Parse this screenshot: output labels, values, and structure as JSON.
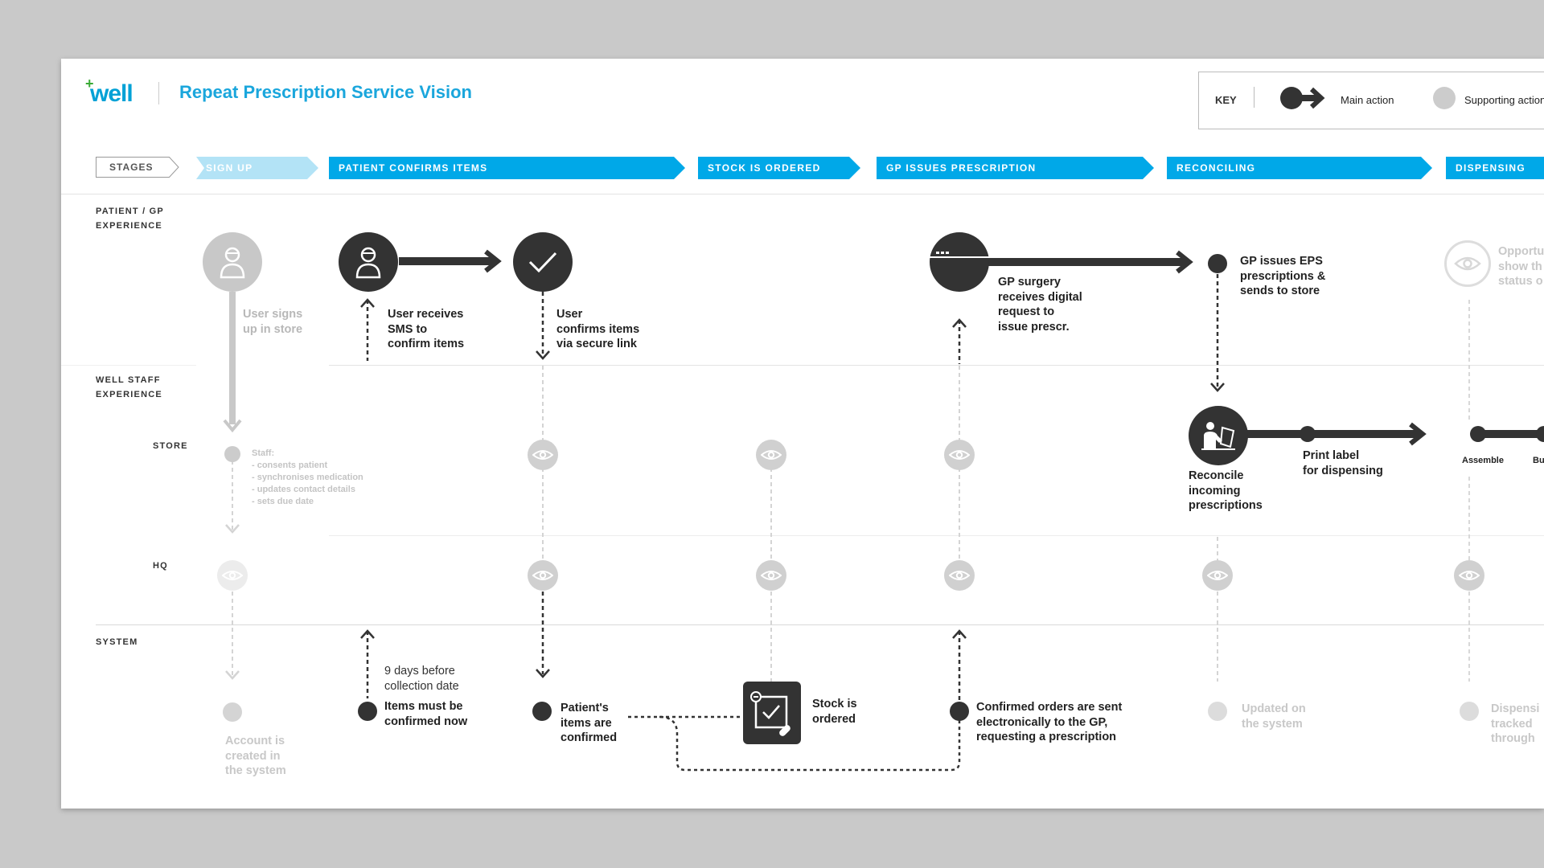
{
  "header": {
    "logo": "well",
    "logo_plus": "+",
    "title": "Repeat Prescription Service Vision"
  },
  "key": {
    "label": "KEY",
    "main_action": "Main action",
    "supporting_action": "Supporting action"
  },
  "stages": {
    "label": "STAGES",
    "items": [
      {
        "label": "SIGN UP",
        "color": "#b3e3f6"
      },
      {
        "label": "PATIENT CONFIRMS ITEMS",
        "color": "#00a8e8"
      },
      {
        "label": "STOCK IS ORDERED",
        "color": "#00a8e8"
      },
      {
        "label": "GP ISSUES PRESCRIPTION",
        "color": "#00a8e8"
      },
      {
        "label": "RECONCILING",
        "color": "#00a8e8"
      },
      {
        "label": "DISPENSING",
        "color": "#00a8e8"
      }
    ]
  },
  "lanes": {
    "patient_line1": "PATIENT / GP",
    "patient_line2": "EXPERIENCE",
    "staff_line1": "WELL STAFF",
    "staff_line2": "EXPERIENCE",
    "store": "STORE",
    "hq": "HQ",
    "system": "SYSTEM"
  },
  "patient": {
    "signup_1": "User signs",
    "signup_2": "up in store",
    "sms_1": "User receives",
    "sms_2": "SMS to",
    "sms_3": "confirm items",
    "confirm_1": "User",
    "confirm_2": "confirms items",
    "confirm_3": "via secure link",
    "gp_1": "GP surgery",
    "gp_2": "receives digital",
    "gp_3": "request to",
    "gp_4": "issue prescr.",
    "eps_1": "GP issues EPS",
    "eps_2": "prescriptions &",
    "eps_3": "sends to store",
    "opp_1": "Opportu",
    "opp_2": "show th",
    "opp_3": "status o"
  },
  "store": {
    "staff_1": "Staff:",
    "staff_2": "- consents patient",
    "staff_3": "- synchronises medication",
    "staff_4": "- updates contact details",
    "staff_5": "- sets due date",
    "reconcile_1": "Reconcile",
    "reconcile_2": "incoming",
    "reconcile_3": "prescriptions",
    "print_1": "Print label",
    "print_2": "for dispensing",
    "assemble": "Assemble",
    "bu": "Bu"
  },
  "system": {
    "days_1": "9 days before",
    "days_2": "collection date",
    "must_1": "Items must be",
    "must_2": "confirmed now",
    "account_1": "Account is",
    "account_2": "created in",
    "account_3": "the system",
    "pconf_1": "Patient's",
    "pconf_2": "items are",
    "pconf_3": "confirmed",
    "stock_1": "Stock is",
    "stock_2": "ordered",
    "corders_1": "Confirmed orders are sent",
    "corders_2": "electronically to the GP,",
    "corders_3": "requesting a prescription",
    "updated_1": "Updated on",
    "updated_2": "the system",
    "disp_1": "Dispensi",
    "disp_2": "tracked",
    "disp_3": "through"
  },
  "colors": {
    "accent": "#00a8e8",
    "accent_faint": "#b3e3f6",
    "main": "#333333",
    "supporting": "#cccccc",
    "faint": "#e4e4e4"
  },
  "icons": [
    "patient-icon",
    "checkmark-icon",
    "browser-window-icon",
    "eye-icon",
    "staff-at-computer-icon",
    "stock-box-icon"
  ]
}
